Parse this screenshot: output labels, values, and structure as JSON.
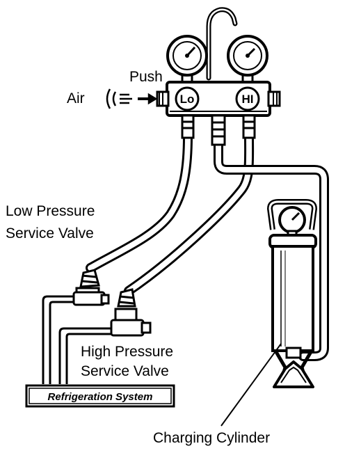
{
  "labels": {
    "push": "Push",
    "air": "Air",
    "low_gauge": "Lo",
    "high_gauge": "HI",
    "low_valve_line1": "Low Pressure",
    "low_valve_line2": "Service Valve",
    "high_valve_line1": "High Pressure",
    "high_valve_line2": "Service Valve",
    "refrigeration_system": "Refrigeration System",
    "charging_cylinder": "Charging Cylinder"
  },
  "colors": {
    "ink": "#000000",
    "paper": "#ffffff"
  }
}
